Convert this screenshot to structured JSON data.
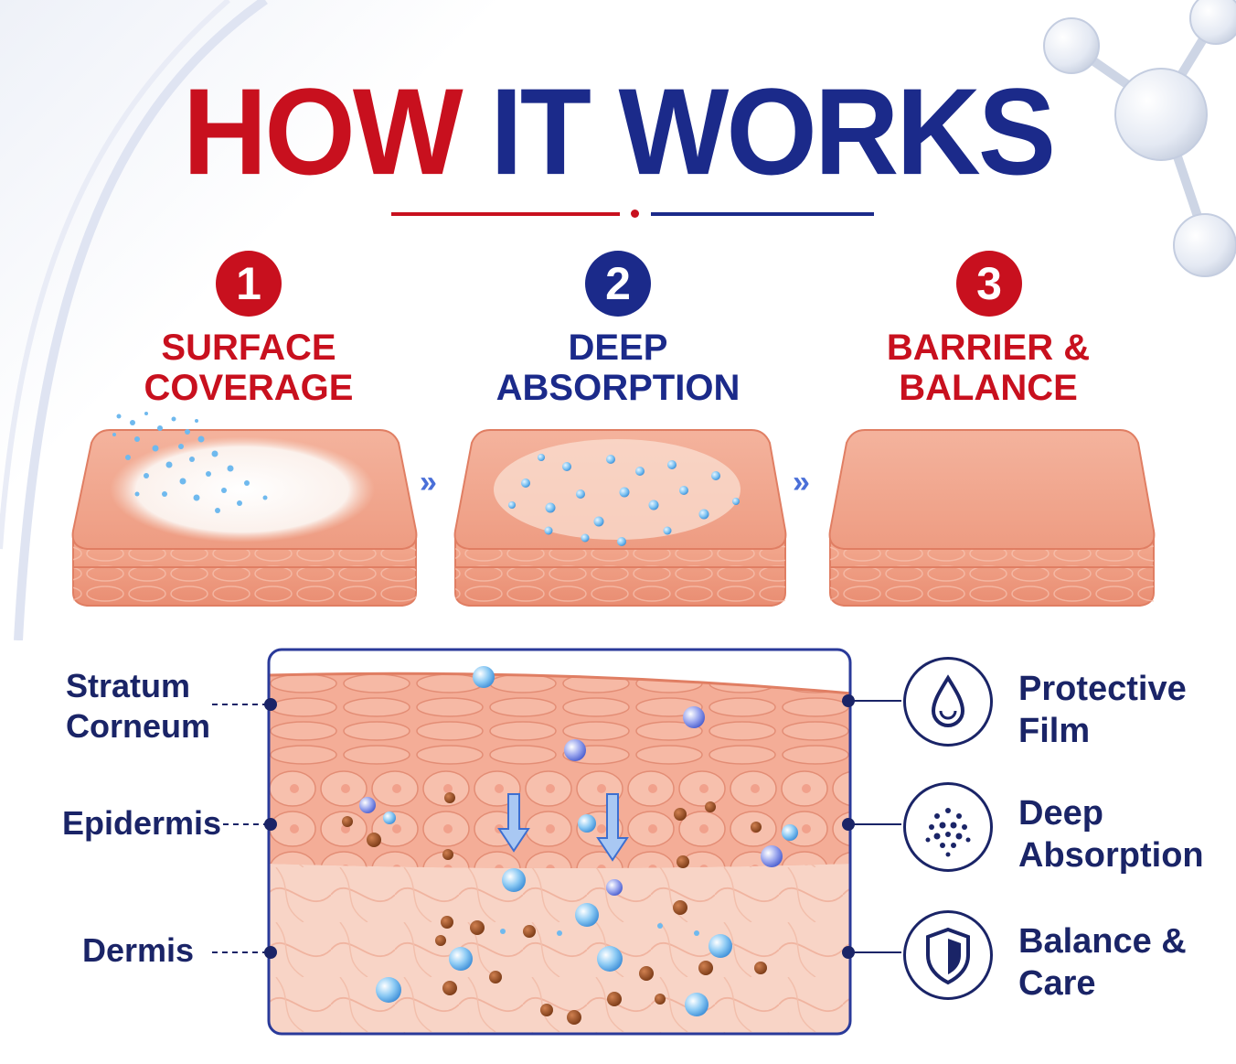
{
  "title": {
    "word1": "HOW",
    "word2": "IT WORKS"
  },
  "colors": {
    "red": "#c8101e",
    "navy": "#1b2a8a",
    "skin": "#f1a58d",
    "drop": "#6fb9ee"
  },
  "steps": [
    {
      "number": "1",
      "line1": "SURFACE",
      "line2": "COVERAGE",
      "color": "red"
    },
    {
      "number": "2",
      "line1": "DEEP",
      "line2": "ABSORPTION",
      "color": "navy"
    },
    {
      "number": "3",
      "line1": "BARRIER &",
      "line2": "BALANCE",
      "color": "red"
    }
  ],
  "arrows": [
    "»",
    "»"
  ],
  "layers": [
    {
      "line1": "Stratum",
      "line2": "Corneum"
    },
    {
      "line1": "Epidermis"
    },
    {
      "line1": "Dermis"
    }
  ],
  "benefits": [
    {
      "icon": "water-drop-icon",
      "line1": "Protective",
      "line2": "Film"
    },
    {
      "icon": "dots-icon",
      "line1": "Deep",
      "line2": "Absorption"
    },
    {
      "icon": "shield-icon",
      "line1": "Balance &",
      "line2": "Care"
    }
  ]
}
